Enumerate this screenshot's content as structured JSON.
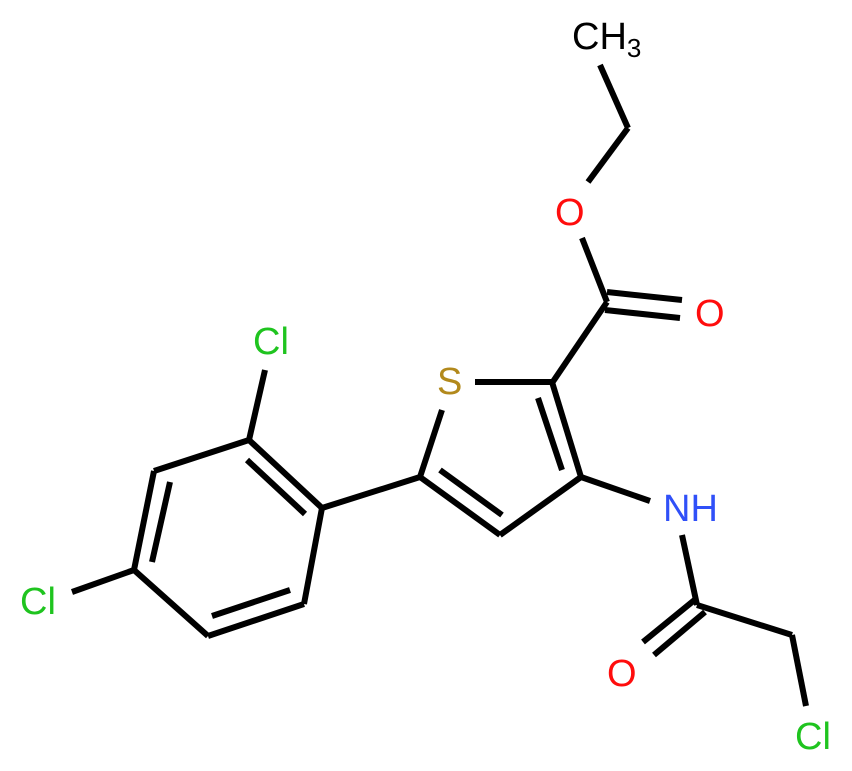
{
  "diagram": {
    "type": "chemical-structure",
    "name": "ethyl 3-[(2-chloroacetyl)amino]-5-(2,4-dichlorophenyl)thiophene-2-carboxylate",
    "colors": {
      "bond": "#000000",
      "carbon": "#000000",
      "oxygen": "#ff0d0d",
      "nitrogen": "#3050f8",
      "sulfur": "#b2891c",
      "chlorine": "#1fc41f",
      "background": "#ffffff"
    },
    "atoms": {
      "ch3": {
        "main": "CH",
        "sub": "3"
      },
      "o_ester": "O",
      "o_carbonyl": "O",
      "s_ring": "S",
      "nh": "NH",
      "o_amide": "O",
      "cl_chloroacetyl": "Cl",
      "cl_ortho": "Cl",
      "cl_para": "Cl"
    }
  }
}
